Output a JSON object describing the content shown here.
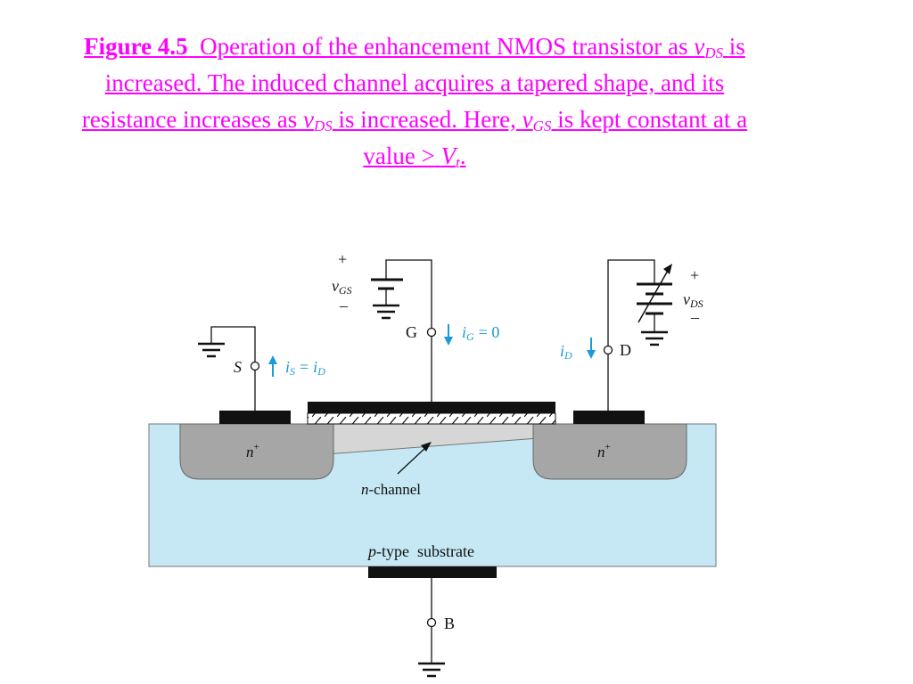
{
  "caption": {
    "figure_label": "Figure 4.5",
    "text_1": "Operation of the enhancement NMOS transistor as",
    "var_v": "v",
    "sub_DS": "DS",
    "text_2": "is increased. The induced channel acquires a tapered shape, and its resistance increases as",
    "text_3": "is increased. Here,",
    "sub_GS": "GS",
    "text_4": "is kept constant at a value >",
    "var_V": "V",
    "sub_t": "t",
    "period": "."
  },
  "diagram": {
    "vgs_plus": "+",
    "vgs_v": "v",
    "vgs_sub": "GS",
    "vgs_minus": "–",
    "gate_letter": "G",
    "ig_i": "i",
    "ig_sub": "G",
    "ig_eq": "= 0",
    "vds_plus": "+",
    "vds_v": "v",
    "vds_sub": "DS",
    "vds_minus": "–",
    "id_i": "i",
    "id_sub": "D",
    "drain_letter": "D",
    "source_letter": "S",
    "is_i": "i",
    "is_sub": "S",
    "is_eq": "=",
    "is_i2": "i",
    "is_sub2": "D",
    "n_plus_left": "n",
    "n_plus_right": "n",
    "plus_sign": "+",
    "channel_n": "n",
    "channel_rest": "-channel",
    "substrate_p": "p",
    "substrate_rest": "-type  substrate",
    "body_letter": "B"
  },
  "colors": {
    "caption": "#ff00ff",
    "substrate": "#c5e8f4",
    "n_region": "#a6a6a6",
    "channel": "#d6d6d6",
    "arrows": "#1a9ad6",
    "metal": "#111111"
  }
}
